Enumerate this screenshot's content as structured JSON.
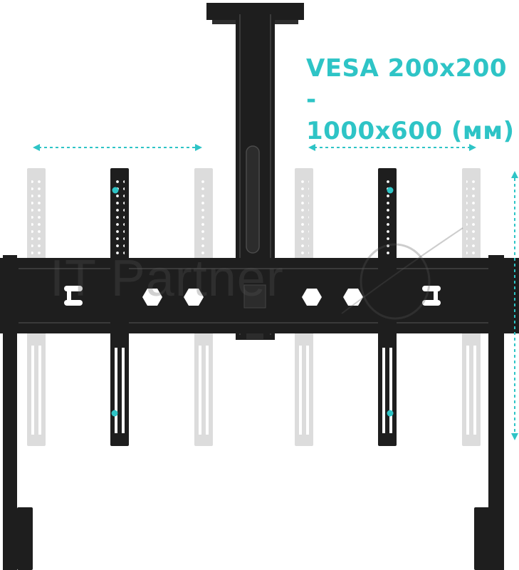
{
  "caption": {
    "line1": "VESA 200x200 -",
    "line2": "1000x600 (мм)"
  },
  "watermark": {
    "text": "IT Partner"
  },
  "colors": {
    "accent": "#2ec4c6",
    "mount": "#1e1e1e",
    "ghost_bracket": "#dcdcdc"
  },
  "icons": {
    "horizontal_range": "double-headed-horizontal-dashed-arrow",
    "vertical_range": "double-headed-vertical-dashed-arrow"
  }
}
